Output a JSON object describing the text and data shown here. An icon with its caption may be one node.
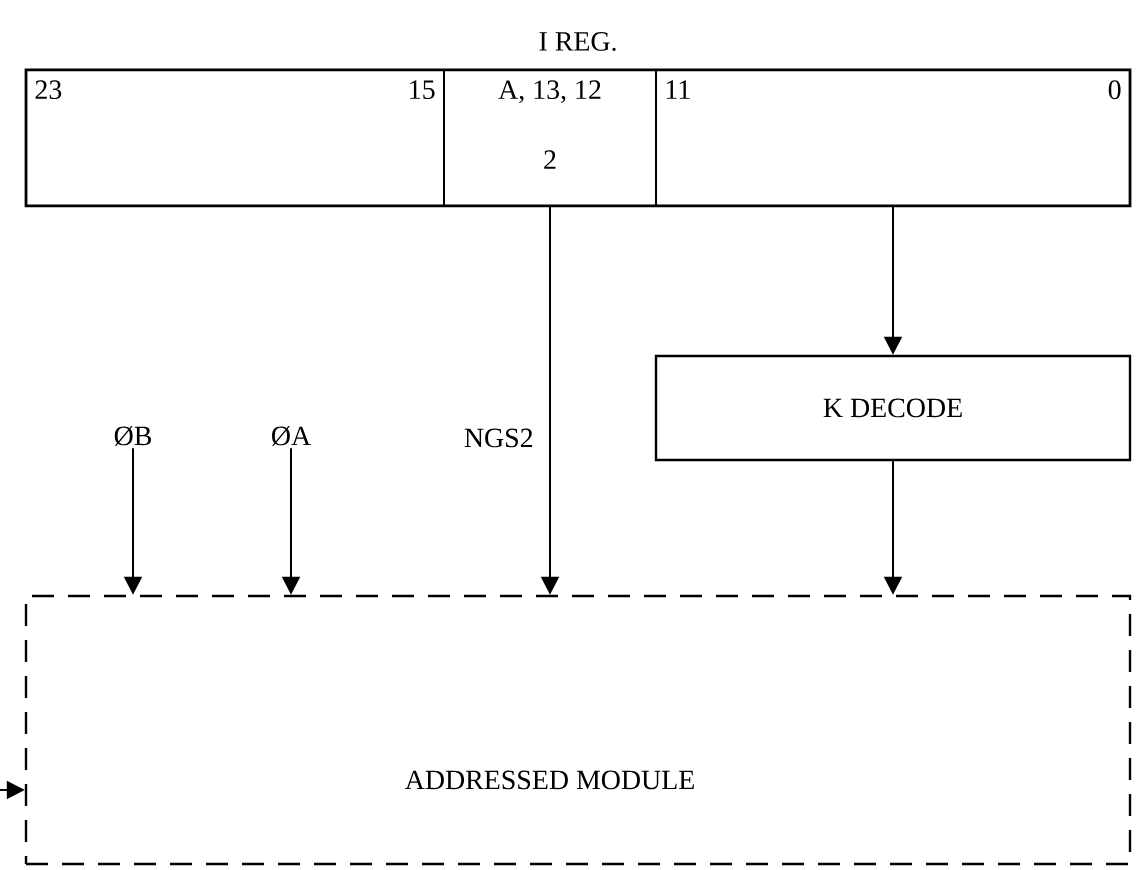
{
  "diagram": {
    "nodes": [
      {
        "text": [
          "I REG."
        ]
      },
      {
        "text": [
          "23",
          "15"
        ],
        "in": 0
      },
      {
        "text": [
          "A, 13, 12",
          "2"
        ],
        "in": 0
      },
      {
        "text": [
          "11",
          "0"
        ],
        "in": 0
      },
      {
        "text": [
          "K DECODE"
        ]
      },
      {
        "text": [
          "ØB"
        ]
      },
      {
        "text": [
          "ØA"
        ]
      },
      {
        "text": [
          "ADDRESSED MODULE"
        ]
      }
    ],
    "edges": [
      {
        "from": 3,
        "to": 4,
        "arrow": "to"
      },
      {
        "from": 5,
        "to": 7,
        "arrow": "to"
      },
      {
        "from": 6,
        "to": 7,
        "arrow": "to"
      },
      {
        "from": 2,
        "to": 7,
        "arrow": "to",
        "label": "NGS2"
      },
      {
        "from": 4,
        "to": 7,
        "arrow": "to"
      },
      {
        "from": null,
        "to": 7,
        "arrow": "to"
      }
    ]
  }
}
